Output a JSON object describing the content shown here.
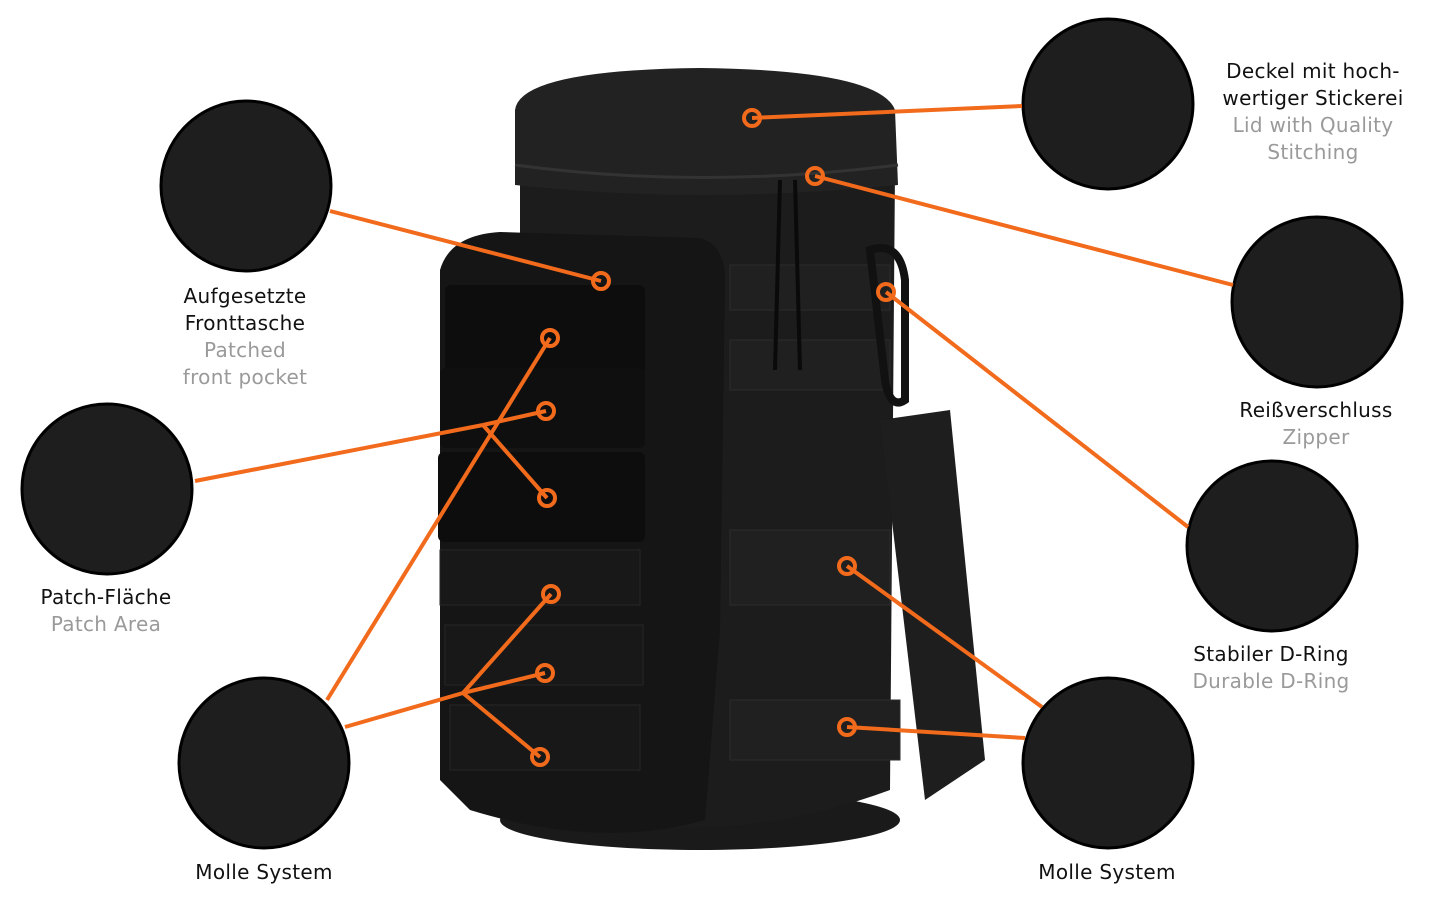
{
  "accent_color": "#f26a1b",
  "features": {
    "lid": {
      "de": [
        "Deckel mit hoch-",
        "wertiger Stickerei"
      ],
      "en": [
        "Lid with Quality",
        "Stitching"
      ]
    },
    "zipper": {
      "de": [
        "Reißverschluss"
      ],
      "en": [
        "Zipper"
      ]
    },
    "dring": {
      "de": [
        "Stabiler D-Ring"
      ],
      "en": [
        "Durable D-Ring"
      ]
    },
    "molle_right": {
      "de": [
        "Molle System"
      ]
    },
    "front_pocket": {
      "de": [
        "Aufgesetzte",
        "Fronttasche"
      ],
      "en": [
        "Patched",
        "front pocket"
      ]
    },
    "patch": {
      "de": [
        "Patch-Fläche"
      ],
      "en": [
        "Patch Area"
      ]
    },
    "molle_left": {
      "de": [
        "Molle System"
      ]
    }
  }
}
